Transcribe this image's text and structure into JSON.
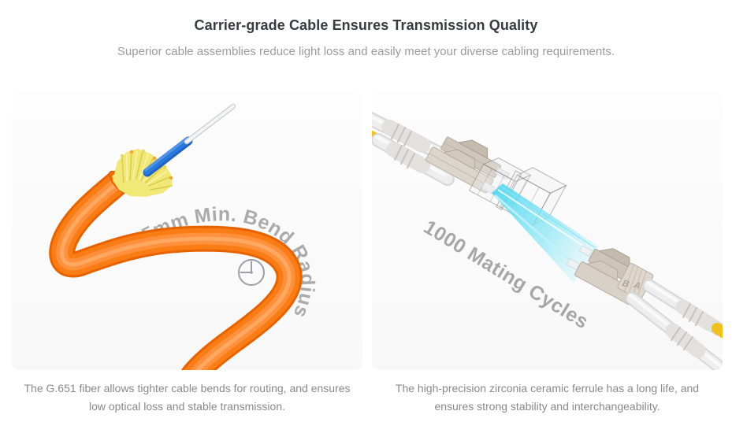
{
  "header": {
    "title": "Carrier-grade Cable Ensures Transmission Quality",
    "subtitle": "Superior cable assemblies reduce light loss and easily meet your diverse cabling requirements."
  },
  "features": [
    {
      "id": "bend-radius",
      "overlay_text": "15mm Min. Bend Radius",
      "caption_lines": [
        "The G.651 fiber allows tighter cable bends for routing, and ensures",
        "low optical loss and stable transmission."
      ]
    },
    {
      "id": "mating-cycles",
      "overlay_text": "1000 Mating Cycles",
      "connector_labels": {
        "b": "B",
        "a": "A"
      },
      "caption_lines": [
        "The high-precision zirconia ceramic ferrule has a long life, and",
        "ensures strong stability and interchangeability."
      ]
    }
  ],
  "colors": {
    "title_text": "#373a40",
    "subtitle_text": "#9b9b9b",
    "caption_text": "#898989",
    "overlay_text": "#ababab",
    "panel_background": "#f9f9f9",
    "cable_orange": "#fa7c14",
    "kevlar_yellow": "#f1e878",
    "buffer_tube_blue": "#2a79dd",
    "beam_cyan": "#6fdbf0",
    "connector_beige": "#d8d1c7",
    "boot_yellow": "#f0c01c"
  }
}
